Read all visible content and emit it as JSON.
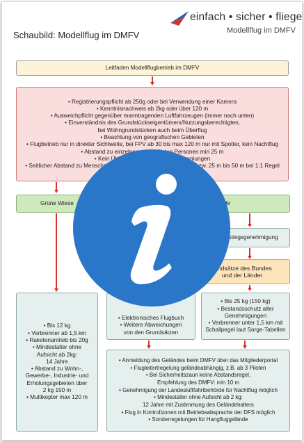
{
  "header": {
    "title": "Schaubild: Modellflug im DMFV",
    "logo_line1": "einfach • sicher • fliegen",
    "logo_line2": "Modellflug im DMFV"
  },
  "top_box": {
    "label": "Leitfaden Modellflugbetrieb im DMFV"
  },
  "rules_box": {
    "items": [
      "Registrierungspflicht ab 250g oder bei Verwendung einer Kamera",
      "Kenntnisnachweis ab 2kg oder über 120 m",
      "Ausweichpflicht gegenüber manntragenden Luftfahrzeugen (immer nach unten)",
      "Einverständnis des Grundstückseigentümers/Nutzungsberechtigten,",
      "bei Wohngrundstücken auch beim Überflug",
      "Beachtung von geografischen Gebieten",
      "Flugbetrieb nur in direkter Sichtweite, bei FPV ab 30 bis max 120 m nur mit Spotter, kein Nachtflug",
      "Abstand zu einzelnen unbeteiligten Personen min 25 m",
      "Kein Überflug von Menschenansammlungen",
      "Seitlicher Abstand zu Menschenansammlungen ab 2kg min 50 m, bzw. 25 m bis 50 m bei 1:1 Regel"
    ]
  },
  "gruene_wiese": {
    "title": "Grüne Wiese",
    "items": [
      "Bis 12 kg",
      "Verbrenner ab 1,5 km",
      "Raketenantrieb bis 20g",
      "Mindestalter ohne",
      "Aufsicht ab 2kg:",
      "14 Jahre",
      "Abstand zu Wohn-,",
      "Gewerbe-, Industrie- und",
      "Erholungsgebieten über",
      "2 kg 150 m",
      "Multikopter max 120 m"
    ]
  },
  "gelaende": {
    "title_fragment": "lände"
  },
  "aufstieg": {
    "label": "Aufstiegsgenehmigung"
  },
  "grundsaetze": {
    "line1": "rundsätze des Bundes",
    "line2": "und der Länder"
  },
  "middle_box": {
    "items": [
      "Elektronisches Flugbuch",
      "Weitere Abweichungen",
      "von den Grundsätzen"
    ]
  },
  "right_box": {
    "items": [
      "Bis 25 kg (150 kg)",
      "Bestandsschutz alter",
      "Genehmigungen",
      "Verbrenner unter 1,5 km mit",
      "Schallpegel laut Sorge-Tabellen"
    ]
  },
  "bottom_box": {
    "items": [
      "Anmeldung des Geländes beim DMFV über das Mitgliederportal",
      "Flugleitertregelung geländeabhängig, z.B. ab 3 Piloten",
      "Bei Sicherheitszaun keine Abstandsregel,",
      "Empfehlung des DMFV: min 10 m",
      "Genehmigung der Landesluftfahrtbehörde für Nachtflug möglich",
      "Mindestalter ohne Aufsicht ab 2 kg:",
      "12 Jahre mit Zustimmung des Geländehalters",
      "Flug in Kontrollzonen mit Betriebsabsprache der DFS möglich",
      "Sonderregelungen für Hangfluggelände"
    ]
  },
  "colors": {
    "arrow": "#d5332f",
    "info_circle": "#2a77c9"
  },
  "icons": {
    "overlay": "info-icon",
    "logo": "dmfv-logo"
  }
}
